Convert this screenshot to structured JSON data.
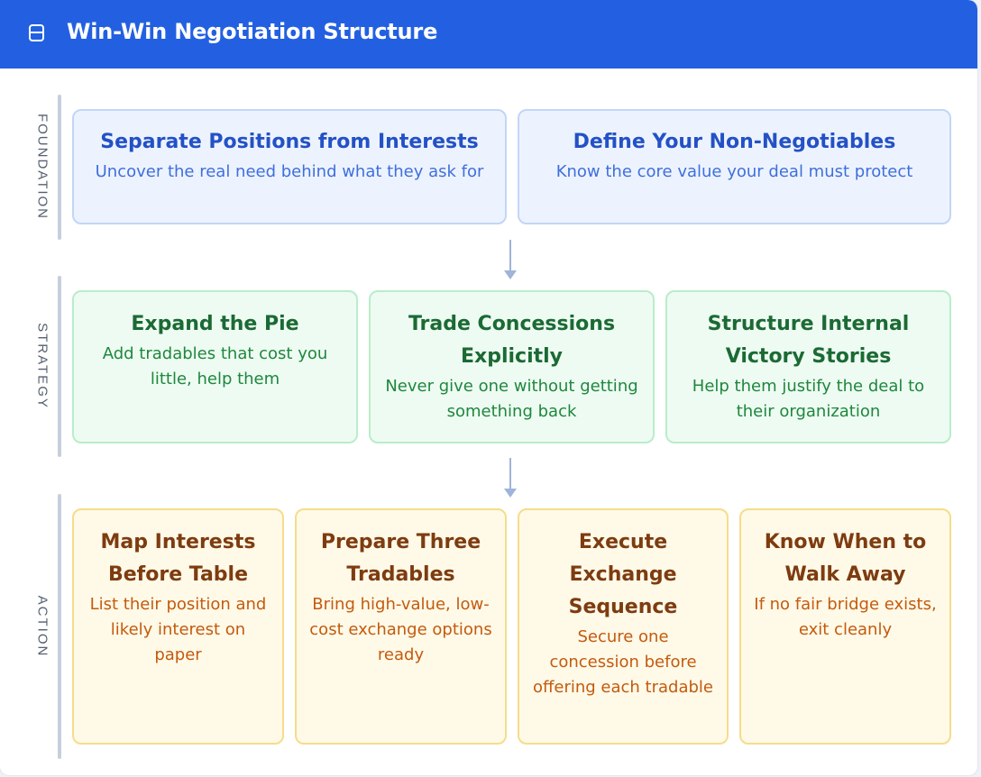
{
  "header": {
    "title": "Win-Win Negotiation Structure",
    "icon": "collapse-panel-icon"
  },
  "tiers": {
    "foundation": {
      "label": "FOUNDATION",
      "color": "#2351c6",
      "cards": [
        {
          "title": "Separate Positions from Interests",
          "desc": "Uncover the real need behind what they ask for"
        },
        {
          "title": "Define Your Non-Negotiables",
          "desc": "Know the core value your deal must protect"
        }
      ]
    },
    "strategy": {
      "label": "STRATEGY",
      "color": "#1b6a34",
      "cards": [
        {
          "title": "Expand the Pie",
          "desc": "Add tradables that cost you little, help them"
        },
        {
          "title": "Trade Concessions Explicitly",
          "desc": "Never give one without getting something back"
        },
        {
          "title": "Structure Internal Victory Stories",
          "desc": "Help them justify the deal to their organization"
        }
      ]
    },
    "action": {
      "label": "ACTION",
      "color": "#7d3c10",
      "cards": [
        {
          "title": "Map Interests Before Table",
          "desc": "List their position and likely interest on paper"
        },
        {
          "title": "Prepare Three Tradables",
          "desc": "Bring high-value, low-cost exchange options ready"
        },
        {
          "title": "Execute Exchange Sequence",
          "desc": "Secure one concession before offering each tradable"
        },
        {
          "title": "Know When to Walk Away",
          "desc": "If no fair bridge exists, exit cleanly"
        }
      ]
    }
  },
  "accent_color": "#2360e1"
}
